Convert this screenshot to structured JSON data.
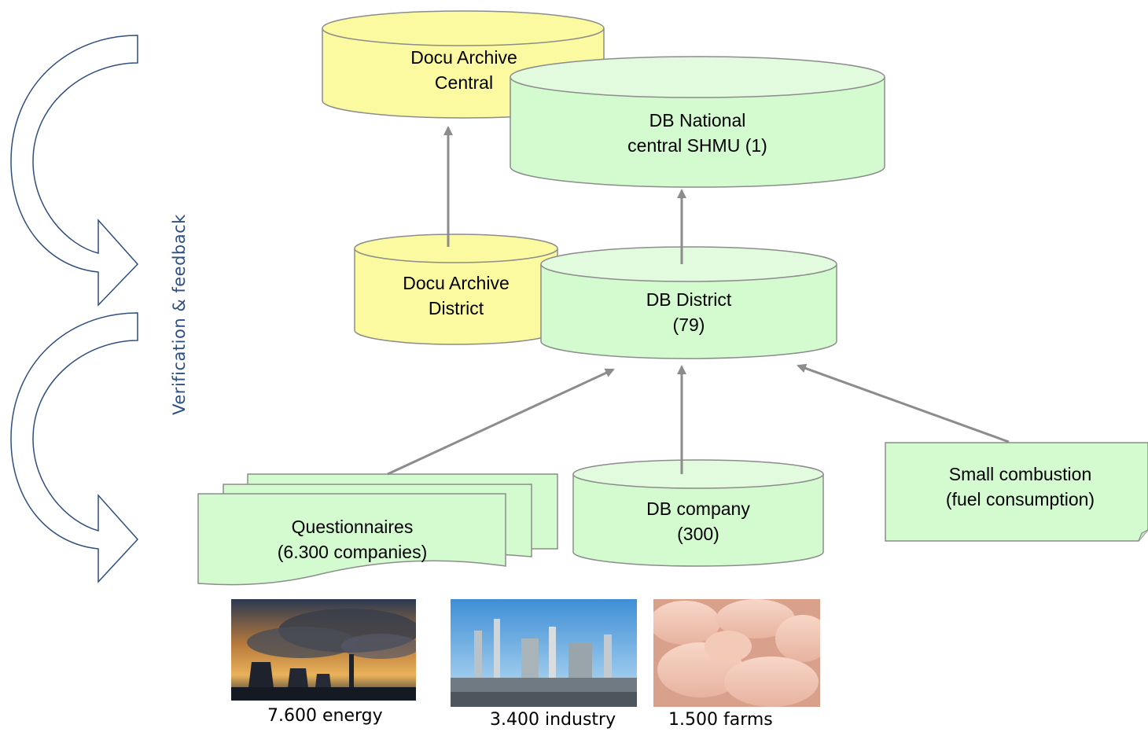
{
  "nodes": {
    "docu_central": {
      "line1": "Docu Archive",
      "line2": "Central"
    },
    "db_national": {
      "line1": "DB National",
      "line2": "central SHMU (1)"
    },
    "docu_district": {
      "line1": "Docu Archive",
      "line2": "District"
    },
    "db_district": {
      "line1": "DB District",
      "line2": "(79)"
    },
    "questionnaires": {
      "line1": "Questionnaires",
      "line2": "(6.300 companies)"
    },
    "db_company": {
      "line1": "DB  company",
      "line2": "(300)"
    },
    "small_combustion": {
      "line1": "Small combustion",
      "line2": "(fuel consumption)"
    }
  },
  "side_label": "Verification  &  feedback",
  "photos": [
    {
      "caption": "7.600 energy",
      "icon": "power-plant-photo"
    },
    {
      "caption": "3.400 industry",
      "icon": "refinery-photo"
    },
    {
      "caption": "1.500 farms",
      "icon": "pigs-photo"
    }
  ],
  "colors": {
    "yellow_fill": "#fbfaa0",
    "green_fill": "#d4fbd0",
    "stroke": "#8c8c8c",
    "arrow": "#8c8c8c",
    "side_arrow": "#2e4f7f"
  }
}
